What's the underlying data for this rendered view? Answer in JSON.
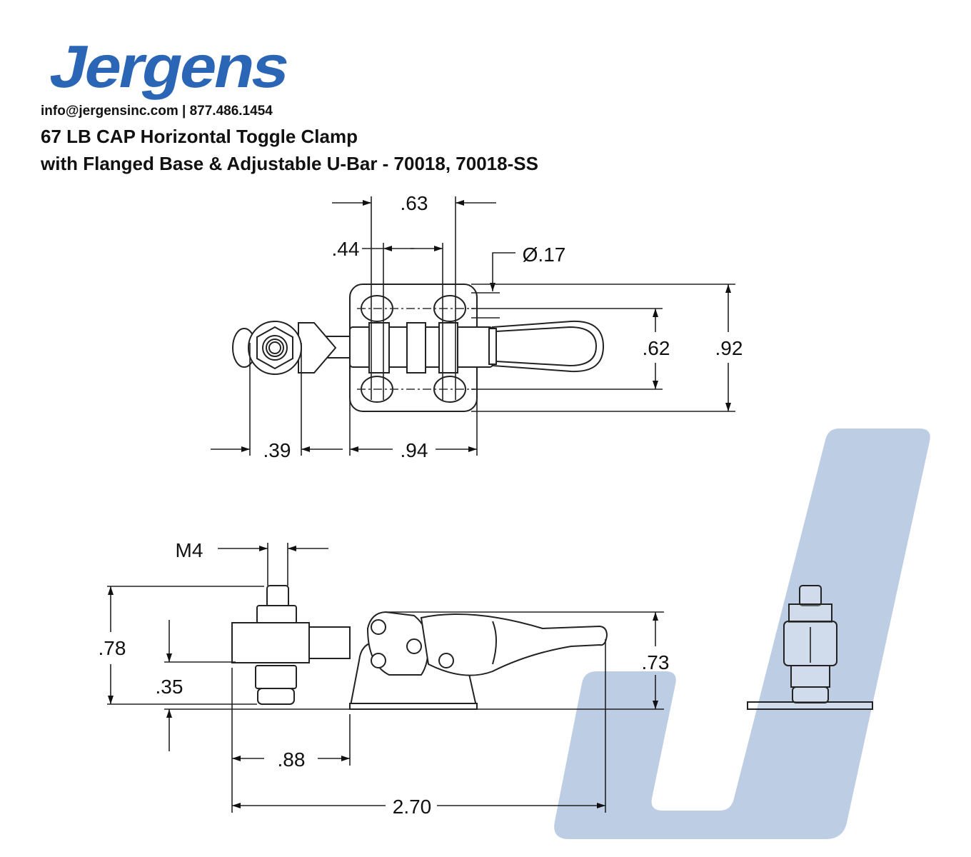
{
  "brand": {
    "logo_text": "Jergens",
    "logo_color": "#2a66b5",
    "watermark_color": "#bccde4"
  },
  "header": {
    "contact": "info@jergensinc.com | 877.486.1454",
    "title_line1": "67 LB CAP Horizontal Toggle Clamp",
    "title_line2": "with Flanged Base & Adjustable U-Bar - 70018, 70018-SS"
  },
  "top_view": {
    "dim_063": ".63",
    "dim_044": ".44",
    "dim_hole": "Ø.17",
    "dim_062": ".62",
    "dim_092": ".92",
    "dim_039": ".39",
    "dim_094": ".94"
  },
  "side_view": {
    "dim_thread": "M4",
    "dim_078": ".78",
    "dim_035": ".35",
    "dim_073": ".73",
    "dim_088": ".88",
    "dim_270": "2.70"
  }
}
